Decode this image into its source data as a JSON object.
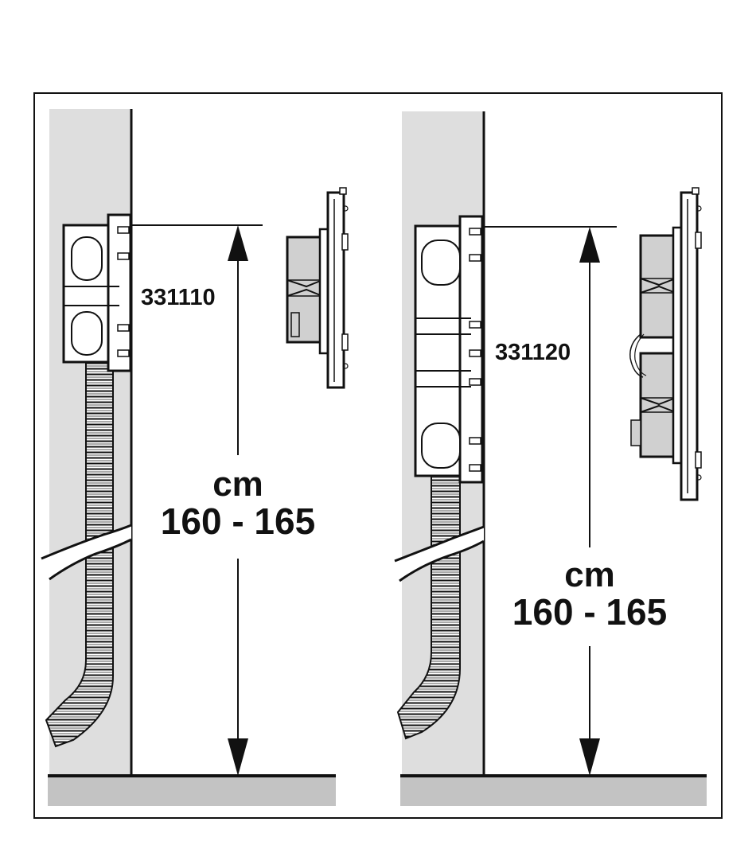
{
  "colors": {
    "wall": "#dedede",
    "floor": "#c3c3c3",
    "box": "#ffffff",
    "device": "#d0d0d0",
    "line": "#111111"
  },
  "panels": [
    {
      "code": "331110",
      "unit": "cm",
      "range": "160 - 165"
    },
    {
      "code": "331120",
      "unit": "cm",
      "range": "160 - 165"
    }
  ]
}
